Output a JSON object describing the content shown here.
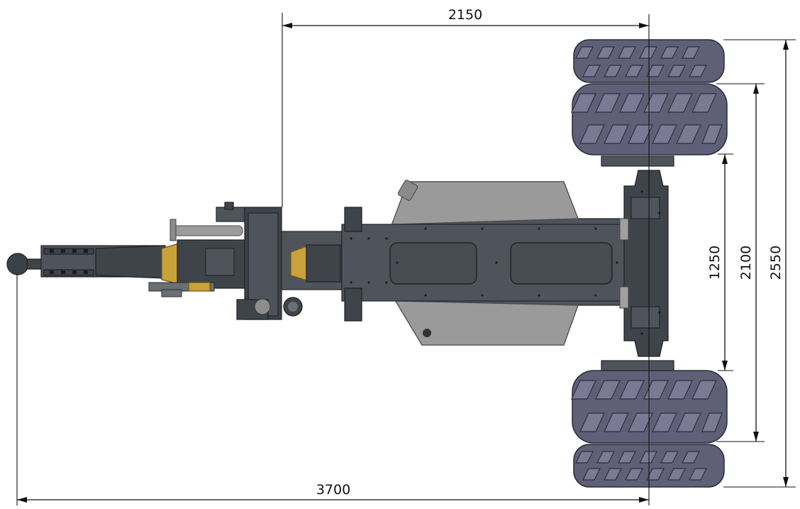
{
  "dimensions": {
    "wheelbase": "2150",
    "overall_length": "3700",
    "inner_track": "1250",
    "track": "2100",
    "overall_width": "2550"
  }
}
